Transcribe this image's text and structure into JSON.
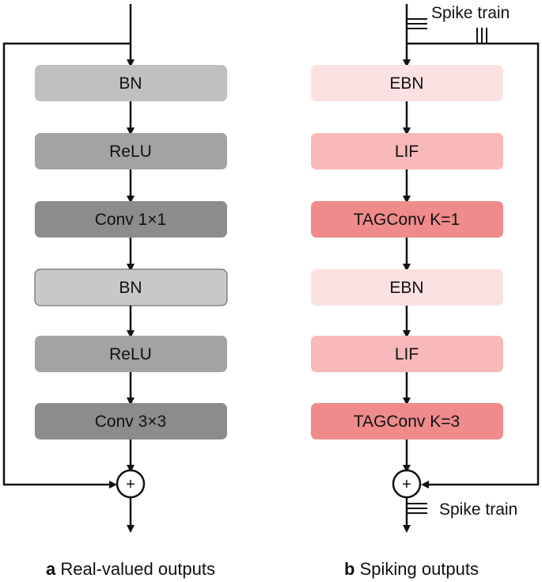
{
  "panel_a": {
    "blocks": [
      {
        "label": "BN",
        "color": "#c0c0c0"
      },
      {
        "label": "ReLU",
        "color": "#a3a3a3"
      },
      {
        "label": "Conv 1×1",
        "color": "#8c8c8c"
      },
      {
        "label": "BN",
        "color": "#c8c8c8"
      },
      {
        "label": "ReLU",
        "color": "#a3a3a3"
      },
      {
        "label": "Conv 3×3",
        "color": "#8c8c8c"
      }
    ],
    "sum_symbol": "+",
    "caption_letter": "a",
    "caption_text": " Real-valued outputs"
  },
  "panel_b": {
    "blocks": [
      {
        "label": "EBN",
        "color": "#fbe1e1"
      },
      {
        "label": "LIF",
        "color": "#f7b9b9"
      },
      {
        "label": "TAGConv K=1",
        "color": "#ef8b8b"
      },
      {
        "label": "EBN",
        "color": "#fbe1e1"
      },
      {
        "label": "LIF",
        "color": "#f7b9b9"
      },
      {
        "label": "TAGConv K=3",
        "color": "#ef8b8b"
      }
    ],
    "sum_symbol": "+",
    "input_label": "Spike train",
    "output_label": "Spike train",
    "caption_letter": "b",
    "caption_text": " Spiking outputs"
  }
}
